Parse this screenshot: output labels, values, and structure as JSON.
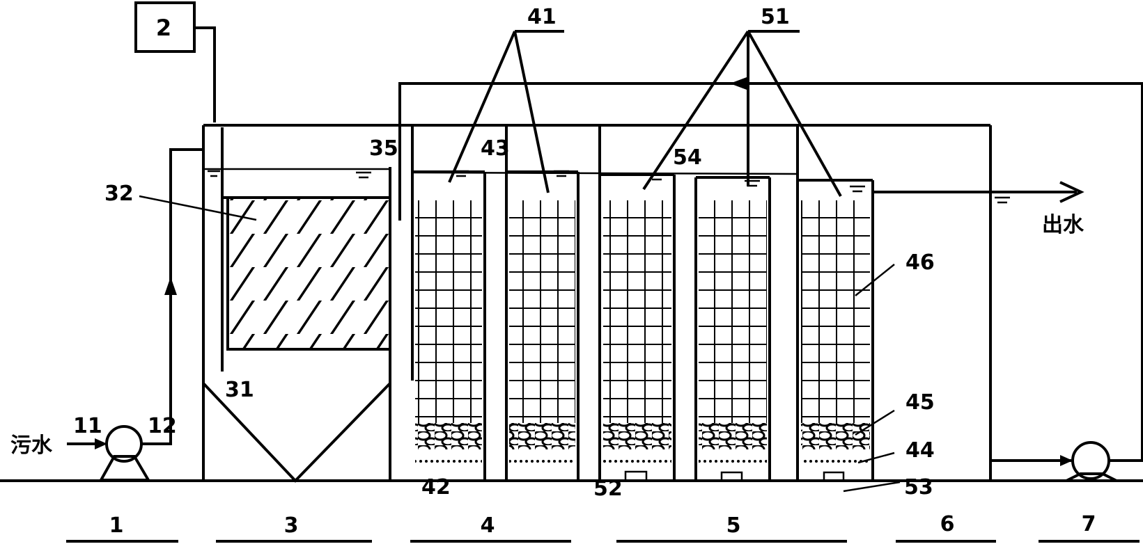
{
  "labels": {
    "box2": "2",
    "n11": "11",
    "n12": "12",
    "n31": "31",
    "n32": "32",
    "n35": "35",
    "n41": "41",
    "n42": "42",
    "n43": "43",
    "n44": "44",
    "n45": "45",
    "n46": "46",
    "n51": "51",
    "n52": "52",
    "n53": "53",
    "n54": "54",
    "inlet": "污水",
    "outlet": "出水"
  },
  "units": [
    {
      "label": "1"
    },
    {
      "label": "3"
    },
    {
      "label": "4"
    },
    {
      "label": "5"
    },
    {
      "label": "6"
    },
    {
      "label": "7"
    }
  ]
}
